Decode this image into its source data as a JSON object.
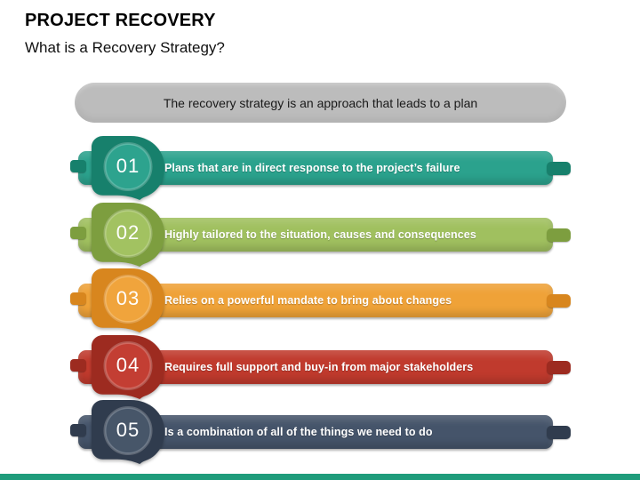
{
  "slide": {
    "title": "PROJECT RECOVERY",
    "subtitle": "What is a Recovery Strategy?",
    "banner_text": "The recovery strategy is an approach that leads to a plan",
    "colors": {
      "banner_bg": "#BCBCBC",
      "banner_text": "#1A1A1A",
      "footer": "#1F9C7B",
      "title_text": "#000000",
      "item_text": "#FFFFFF"
    }
  },
  "items": [
    {
      "number": "01",
      "text": "Plans that are in direct response to the project’s failure",
      "colors": {
        "bar": "#2BA28D",
        "dark": "#17806C",
        "circle": "#2DA38E"
      }
    },
    {
      "number": "02",
      "text": "Highly tailored to the situation, causes and consequences",
      "colors": {
        "bar": "#A0C05F",
        "dark": "#7D9E3F",
        "circle": "#A2C261"
      }
    },
    {
      "number": "03",
      "text": "Relies on a powerful mandate to bring about changes",
      "colors": {
        "bar": "#EFA238",
        "dark": "#D8861E",
        "circle": "#F0A43C"
      }
    },
    {
      "number": "04",
      "text": "Requires full support and buy-in from major stakeholders",
      "colors": {
        "bar": "#C03A2D",
        "dark": "#9D2B20",
        "circle": "#C33E33"
      }
    },
    {
      "number": "05",
      "text": "Is a combination of all of the things we need to do",
      "colors": {
        "bar": "#45546A",
        "dark": "#303C4E",
        "circle": "#475669"
      }
    }
  ]
}
